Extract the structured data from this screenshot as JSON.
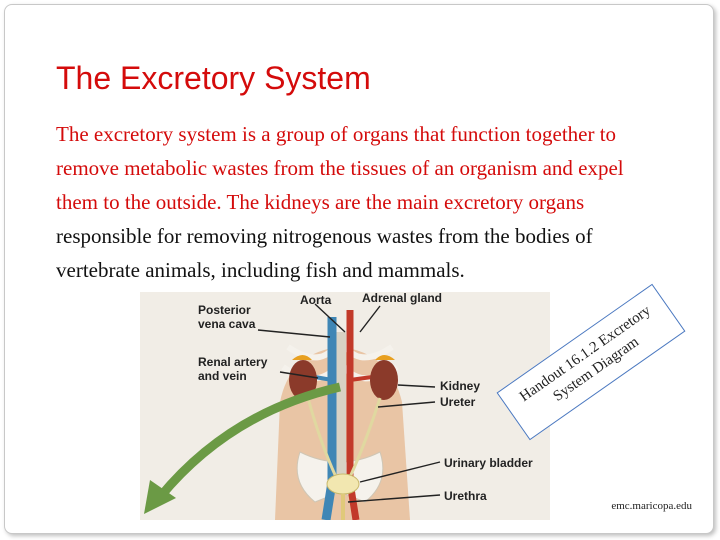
{
  "slide": {
    "title": "The Excretory System",
    "body": {
      "red_part": "The excretory system is a group of organs that function together to remove metabolic wastes from the tissues of an organism and expel them to the outside. The kidneys are the main excretory organs",
      "black_part": " responsible for removing nitrogenous wastes from the bodies of vertebrate animals, including fish and mammals."
    },
    "callout": "Handout 16.1.2 Excretory System Diagram",
    "source": "emc.maricopa.edu"
  },
  "diagram": {
    "labels": {
      "aorta": "Aorta",
      "adrenal_gland": "Adrenal gland",
      "posterior_vena_cava": [
        "Posterior",
        "vena cava"
      ],
      "renal_artery_vein": [
        "Renal artery",
        "and vein"
      ],
      "kidney": "Kidney",
      "ureter": "Ureter",
      "urinary_bladder": "Urinary bladder",
      "urethra": "Urethra"
    }
  },
  "colors": {
    "title_red": "#d40b0b",
    "kidney": "#8b3a2a",
    "vein_blue": "#3f86b5",
    "artery_red": "#c23a2a",
    "arrow_green": "#6b9a45",
    "callout_border": "#4a78c0"
  }
}
